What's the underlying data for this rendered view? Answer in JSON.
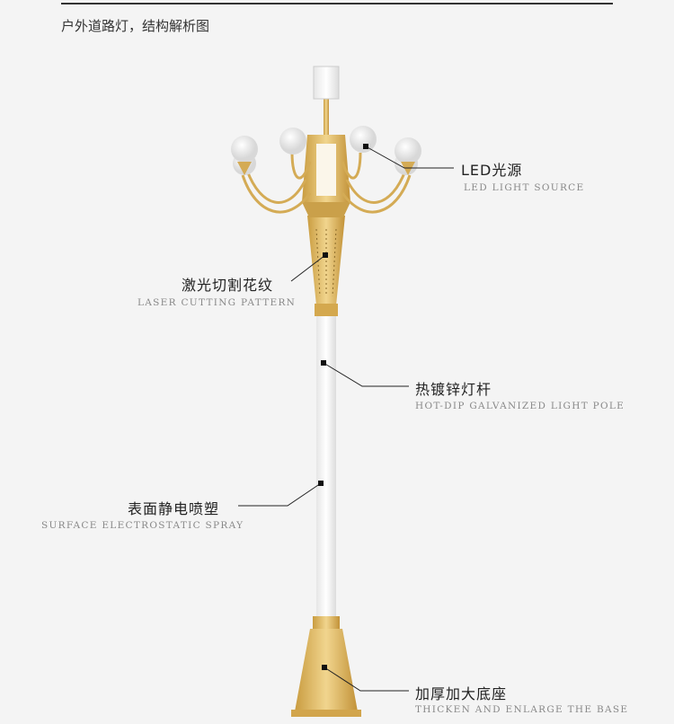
{
  "header": {
    "title": "户外道路灯，结构解析图"
  },
  "callouts": [
    {
      "cn": "LED光源",
      "en": "LED LIGHT SOURCE"
    },
    {
      "cn": "激光切割花纹",
      "en": "LASER CUTTING PATTERN"
    },
    {
      "cn": "热镀锌灯杆",
      "en": "HOT-DIP GALVANIZED LIGHT POLE"
    },
    {
      "cn": "表面静电喷塑",
      "en": "SURFACE ELECTROSTATIC SPRAY"
    },
    {
      "cn": "加厚加大底座",
      "en": "THICKEN AND ENLARGE THE BASE"
    }
  ],
  "colors": {
    "gold": "#d9b25a",
    "pole": "#ffffff",
    "line": "#222222"
  }
}
